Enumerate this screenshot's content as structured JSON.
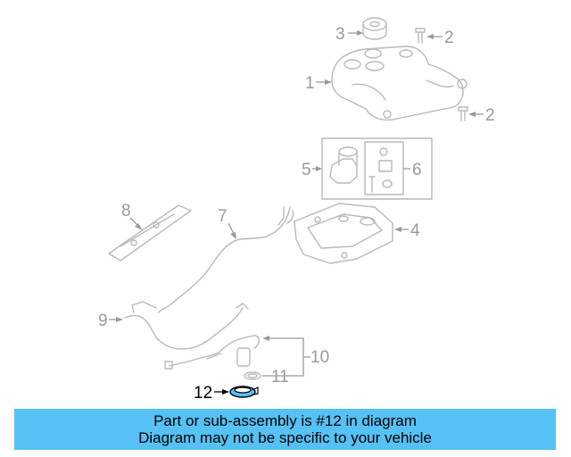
{
  "labels": {
    "l1": "1",
    "l2a": "2",
    "l2b": "2",
    "l3": "3",
    "l4": "4",
    "l5": "5",
    "l6": "6",
    "l7": "7",
    "l8": "8",
    "l9": "9",
    "l10": "10",
    "l11": "11",
    "l12": "12"
  },
  "highlight_color": "#55c1f4",
  "banner": {
    "line1": "Part or sub-assembly is #12 in diagram",
    "line2": "Diagram may not be specific to your vehicle"
  }
}
